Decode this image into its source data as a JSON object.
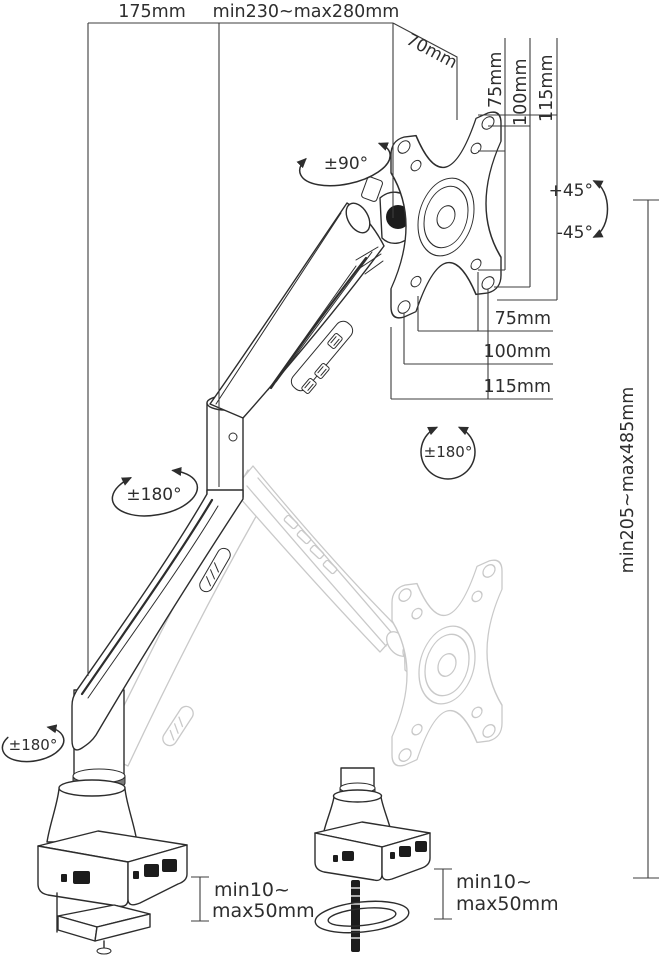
{
  "meta": {
    "title": "Gas-spring desk monitor arm - specification line drawing"
  },
  "dims": {
    "top_left": "175mm",
    "top_mid": "min230~max280mm",
    "top_right": "70mm",
    "vesa_vertical": [
      "75mm",
      "100mm",
      "115mm"
    ],
    "vesa_horizontal": [
      "75mm",
      "100mm",
      "115mm"
    ],
    "height_range": "min205~max485mm",
    "clamp_left": {
      "line1": "min10~",
      "line2": "max50mm"
    },
    "clamp_right": {
      "line1": "min10~",
      "line2": "max50mm"
    }
  },
  "angles": {
    "head_swivel": "±90°",
    "vesa_rotate": "±180°",
    "elbow": "±180°",
    "base": "±180°",
    "tilt_up": "+45°",
    "tilt_down": "-45°"
  },
  "colors": {
    "line": "#2d2d2d",
    "ghost": "#c9c9c9",
    "dimension": "#3c3c3c",
    "background": "#ffffff"
  }
}
